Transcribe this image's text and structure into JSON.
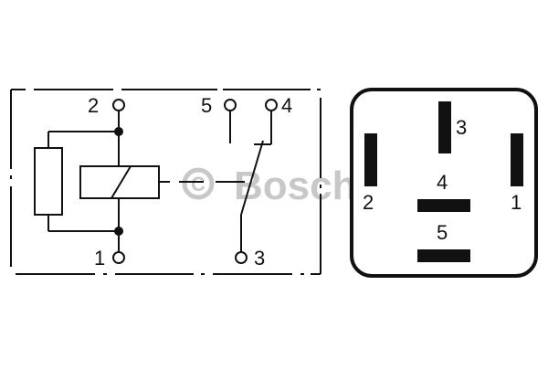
{
  "diagram": {
    "type": "relay-schematic",
    "watermark": {
      "symbol": "©",
      "text": "Bosch",
      "color": "#c8c8c8"
    },
    "schematic": {
      "terminals": [
        {
          "id": "2",
          "label": "2",
          "role": "coil"
        },
        {
          "id": "1",
          "label": "1",
          "role": "coil"
        },
        {
          "id": "5",
          "label": "5",
          "role": "contact-nc"
        },
        {
          "id": "4",
          "label": "4",
          "role": "contact-no"
        },
        {
          "id": "3",
          "label": "3",
          "role": "common"
        }
      ],
      "components": [
        "resistor",
        "relay-coil",
        "changeover-switch"
      ]
    },
    "pinout": {
      "labels": {
        "p3": "3",
        "p2": "2",
        "p1": "1",
        "p4": "4",
        "p5": "5"
      }
    },
    "colors": {
      "line": "#111111",
      "background": "#ffffff"
    }
  }
}
